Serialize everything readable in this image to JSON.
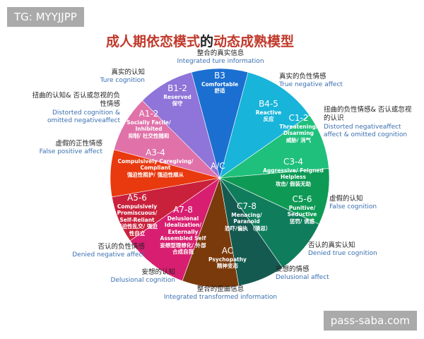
{
  "watermarks": {
    "top_left": "TG: MYYJJPP",
    "bottom_right": "pass-saba.com"
  },
  "title": {
    "part1": "成人期依恋模式",
    "part2": "的",
    "part3": "动态成熟模型"
  },
  "center_label": "A/C",
  "segments": [
    {
      "code": "B3",
      "en": "Comfortable",
      "zh": "舒适",
      "color": "#1b6fd1"
    },
    {
      "code": "B4-5",
      "en": "Reactive",
      "zh": "反应",
      "color": "#18b4da"
    },
    {
      "code": "C1-2",
      "en": "Threatening/ Disarming",
      "zh": "威胁/ 消气",
      "color": "#1fc07c"
    },
    {
      "code": "C3-4",
      "en": "Aggressive/ Feigned Helpless",
      "zh": "攻击/ 假装无助",
      "color": "#0e9a55"
    },
    {
      "code": "C5-6",
      "en": "Punitive/ Seductive",
      "zh": "惩罚/ 诱惑",
      "color": "#0f7d5b"
    },
    {
      "code": "C7-8",
      "en": "Menacing/ Paranoid",
      "zh": "恐吓/偏执 （猜忌）",
      "color": "#145a50"
    },
    {
      "code": "AC",
      "en": "Psychopathy",
      "zh": "精神变态",
      "color": "#7b3a0b"
    },
    {
      "code": "A7-8",
      "en": "Delusional Idealization/ Externally Assembled Self",
      "zh": "妄想型理想化/ 外部合成自我",
      "color": "#d81e70"
    },
    {
      "code": "A5-6",
      "en": "Compulsively Promiscuous/ Self-Reliant",
      "zh": "强迫性乱交/ 强迫性自立",
      "color": "#c9213c"
    },
    {
      "code": "A3-4",
      "en": "Compulsively Caregiving/ Compliant",
      "zh": "强迫性照护/ 强迫性顺从",
      "color": "#e8390f"
    },
    {
      "code": "A1-2",
      "en": "Socially Facile/ Inhibited",
      "zh": "抑制/ 社交性随和",
      "color": "#e072a9"
    },
    {
      "code": "B1-2",
      "en": "Reserved",
      "zh": "保守",
      "color": "#8f74d9"
    }
  ],
  "outer_labels": [
    {
      "zh": "整合的真实信息",
      "en": "Integrated ture information"
    },
    {
      "zh": "真实的负性情感",
      "en": "True negative affect"
    },
    {
      "zh": "扭曲的负性情感& 否认或忽视的认识",
      "en": "Distorted negativeaffect affect & omitted cognition"
    },
    {
      "zh": "虚假的认知",
      "en": "False cognition"
    },
    {
      "zh": "否认的真实认知",
      "en": "Denied true cognition"
    },
    {
      "zh": "妄想的情感",
      "en": "Delusional affect"
    },
    {
      "zh": "整合的歪曲信息",
      "en": "Integrated transformed information"
    },
    {
      "zh": "妄想的认知",
      "en": "Delusional cognition"
    },
    {
      "zh": "否认的负性情感",
      "en": "Denied negative affect"
    },
    {
      "zh": "虚假的正性情感",
      "en": "False positive affect"
    },
    {
      "zh": "扭曲的认知& 否认或忽视的负性情感",
      "en": "Distorted cognition & omitted negativeaffect"
    },
    {
      "zh": "真实的认知",
      "en": "Ture cognition"
    }
  ]
}
